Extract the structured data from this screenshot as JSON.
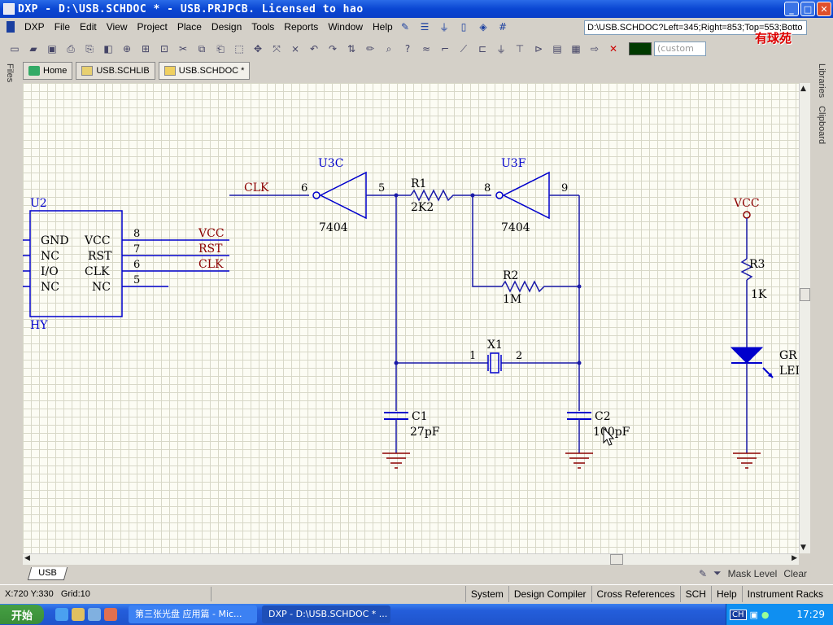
{
  "window": {
    "title": "DXP - D:\\USB.SCHDOC * - USB.PRJPCB. Licensed to hao",
    "minimize": "_",
    "maximize": "□",
    "close": "✕"
  },
  "menu": {
    "items": [
      "DXP",
      "File",
      "Edit",
      "View",
      "Project",
      "Place",
      "Design",
      "Tools",
      "Reports",
      "Window",
      "Help"
    ]
  },
  "address": {
    "value": "D:\\USB.SCHDOC?Left=345;Right=853;Top=553;Botto"
  },
  "logo_mark": "有球苑",
  "toolbar2": {
    "custom_placeholder": "(custom"
  },
  "side_panels": {
    "left": [
      "Files"
    ],
    "right": [
      "Libraries",
      "Clipboard"
    ]
  },
  "tabs": [
    {
      "label": "Home",
      "icon": "home-icon"
    },
    {
      "label": "USB.SCHLIB",
      "icon": "schlib-icon"
    },
    {
      "label": "USB.SCHDOC *",
      "icon": "schdoc-icon"
    }
  ],
  "schematic": {
    "u2": {
      "ref": "U2",
      "value": "HY",
      "left_pins": [
        "GND",
        "NC",
        "I/O",
        "NC"
      ],
      "right_pins": [
        "VCC",
        "RST",
        "CLK",
        "NC"
      ],
      "pin_numbers": [
        "8",
        "7",
        "6",
        "5"
      ],
      "net_labels": [
        "VCC",
        "RST",
        "CLK"
      ]
    },
    "clk_label": "CLK",
    "u3c": {
      "ref": "U3C",
      "value": "7404",
      "pin_in": "5",
      "pin_out": "6"
    },
    "u3f": {
      "ref": "U3F",
      "value": "7404",
      "pin_in": "9",
      "pin_out": "8"
    },
    "r1": {
      "ref": "R1",
      "value": "2K2"
    },
    "r2": {
      "ref": "R2",
      "value": "1M"
    },
    "r3": {
      "ref": "R3",
      "value": "1K"
    },
    "x1": {
      "ref": "X1",
      "pin1": "1",
      "pin2": "2"
    },
    "c1": {
      "ref": "C1",
      "value": "27pF"
    },
    "c2": {
      "ref": "C2",
      "value": "100pF"
    },
    "vcc": "VCC",
    "led": {
      "ref_partial": "GR",
      "value_partial": "LEI"
    }
  },
  "sheet_tab": "USB",
  "mask": {
    "label": "Mask Level",
    "clear": "Clear"
  },
  "status": {
    "coords": "X:720 Y:330",
    "grid": "Grid:10",
    "buttons": [
      "System",
      "Design Compiler",
      "Cross References",
      "SCH",
      "Help",
      "Instrument Racks"
    ]
  },
  "taskbar": {
    "start": "开始",
    "tasks": [
      "第三张光盘 应用篇 - Mic...",
      "DXP - D:\\USB.SCHDOC * ..."
    ],
    "ime": "CH",
    "clock": "17:29"
  },
  "colors": {
    "wire": "#1a1aa8",
    "part": "#0000cc",
    "net_label": "#8b0000",
    "title_bar": "#0a46d2",
    "canvas": "#fcfcf4"
  }
}
